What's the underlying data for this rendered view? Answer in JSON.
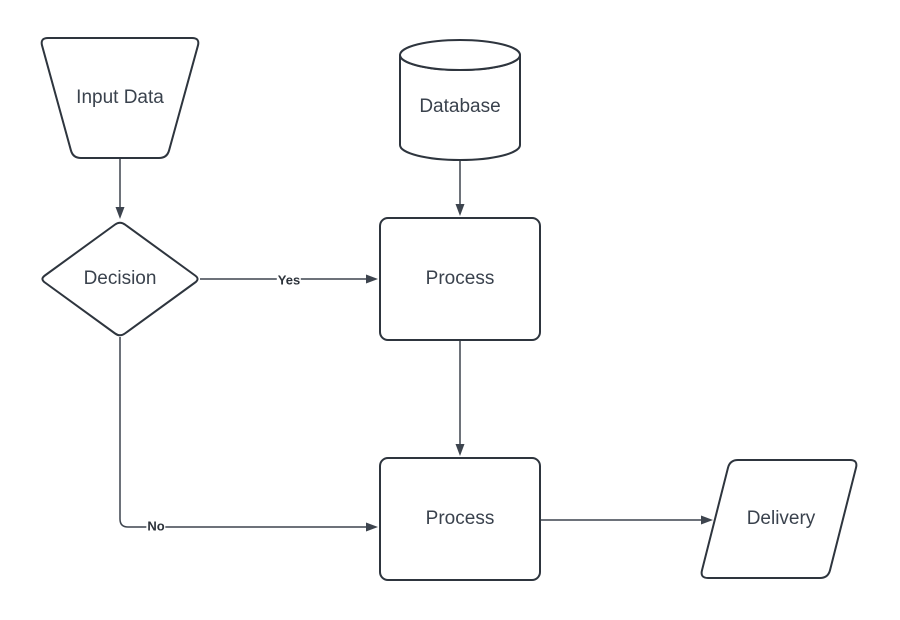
{
  "diagram": {
    "colors": {
      "background": "#ffffff",
      "node_fill": "#ffffff",
      "node_stroke": "#2e353e",
      "connector": "#3d444e",
      "node_label_text": "#3a424d",
      "edge_label_text": "#2c323a"
    },
    "nodes": [
      {
        "id": "input-data",
        "shape": "trapezoid",
        "label": "Input Data"
      },
      {
        "id": "database",
        "shape": "cylinder",
        "label": "Database"
      },
      {
        "id": "decision",
        "shape": "diamond",
        "label": "Decision"
      },
      {
        "id": "process-1",
        "shape": "rounded-rectangle",
        "label": "Process"
      },
      {
        "id": "process-2",
        "shape": "rounded-rectangle",
        "label": "Process"
      },
      {
        "id": "delivery",
        "shape": "parallelogram",
        "label": "Delivery"
      }
    ],
    "edges": [
      {
        "id": "input-data-to-decision",
        "from": "input-data",
        "to": "decision",
        "label": ""
      },
      {
        "id": "database-to-process-1",
        "from": "database",
        "to": "process-1",
        "label": ""
      },
      {
        "id": "decision-to-process-1",
        "from": "decision",
        "to": "process-1",
        "label": "Yes"
      },
      {
        "id": "process-1-to-process-2",
        "from": "process-1",
        "to": "process-2",
        "label": ""
      },
      {
        "id": "decision-to-process-2",
        "from": "decision",
        "to": "process-2",
        "label": "No"
      },
      {
        "id": "process-2-to-delivery",
        "from": "process-2",
        "to": "delivery",
        "label": ""
      }
    ]
  }
}
